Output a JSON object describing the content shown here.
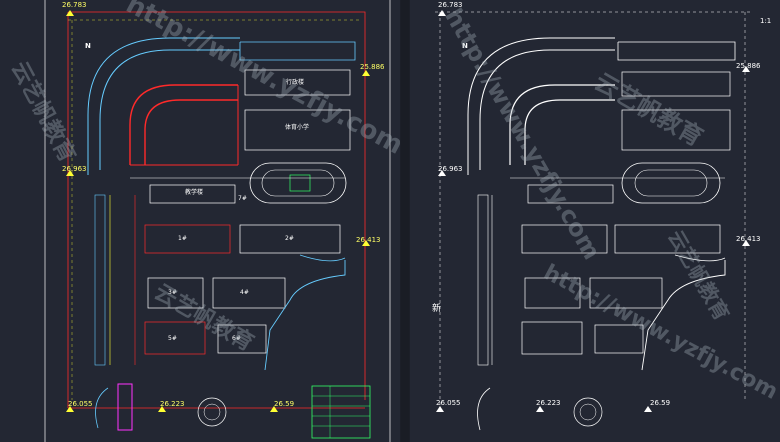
{
  "left_plan": {
    "north": "N",
    "elevations": {
      "top_left": "26.783",
      "top_right": "25.886",
      "mid_left": "26.963",
      "mid_right": "26.413",
      "bottom_left": "26.055",
      "bottom_mid": "26.223",
      "bottom_right": "26.59"
    },
    "building_labels": {
      "top_block": "行政楼",
      "sports_hall": "体育小学",
      "long_bar": "教学楼",
      "block_a": "1#",
      "block_b": "2#",
      "block_c": "3#",
      "block_d": "4#",
      "block_e": "5#",
      "block_f": "6#",
      "block_g": "7#"
    }
  },
  "right_plan": {
    "north": "N",
    "elevations": {
      "top_left": "26.783",
      "top_right": "25.886",
      "mid_left": "26.963",
      "mid_right": "26.413",
      "bottom_left": "26.055",
      "bottom_mid": "26.223",
      "bottom_right": "26.59"
    },
    "scale_note": "1:1",
    "side_char": "新"
  },
  "watermarks": {
    "url": "http://www.yzfjy.com",
    "brand": "云艺帆教育"
  },
  "colors": {
    "background": "#232733",
    "cad_white": "#ffffff",
    "cad_cyan": "#66ccff",
    "cad_red": "#ff2a2a",
    "cad_yellow": "#ffff33",
    "cad_green": "#33ff66",
    "cad_magenta": "#ff33ff"
  }
}
